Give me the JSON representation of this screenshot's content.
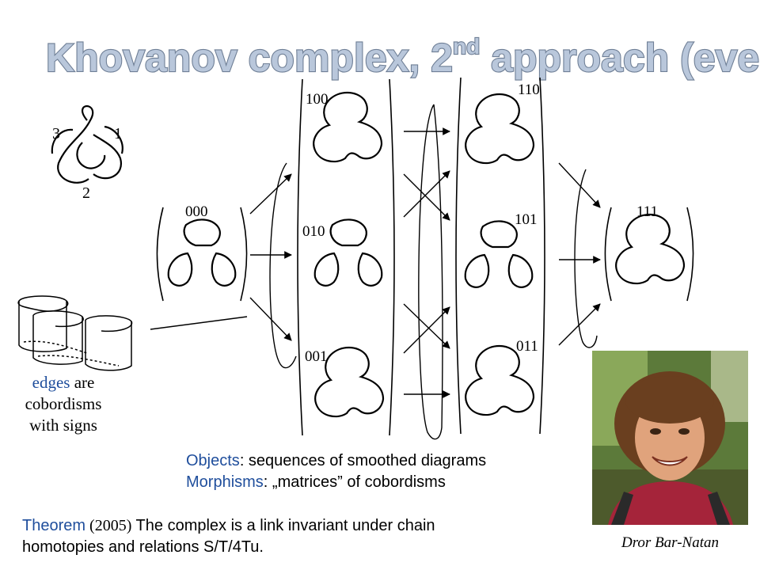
{
  "title": {
    "pre": "Khovanov complex, 2",
    "sup": "nd",
    "post": " approach (even)"
  },
  "knot_labels": {
    "one": "1",
    "two": "2",
    "three": "3"
  },
  "states": {
    "s000": "000",
    "s100": "100",
    "s010": "010",
    "s001": "001",
    "s110": "110",
    "s101": "101",
    "s011": "011",
    "s111": "111"
  },
  "edges_note": {
    "word": "edges",
    "rest1": " are",
    "line2": "cobordisms",
    "line3": "with signs"
  },
  "objects_line": {
    "key": "Objects",
    "text": ": sequences of smoothed diagrams"
  },
  "morphisms_line": {
    "key": "Morphisms",
    "text": ": „matrices” of cobordisms"
  },
  "theorem": {
    "key": "Theorem",
    "year": " (2005)",
    "text1": " The complex is a link invariant under chain",
    "text2": "homotopies and relations  S/T/4Tu."
  },
  "photo_caption": "Dror Bar-Natan",
  "colors": {
    "title_fill": "#b9c7db",
    "title_stroke": "#7f8fa6",
    "accent_blue": "#1f4e9c"
  }
}
